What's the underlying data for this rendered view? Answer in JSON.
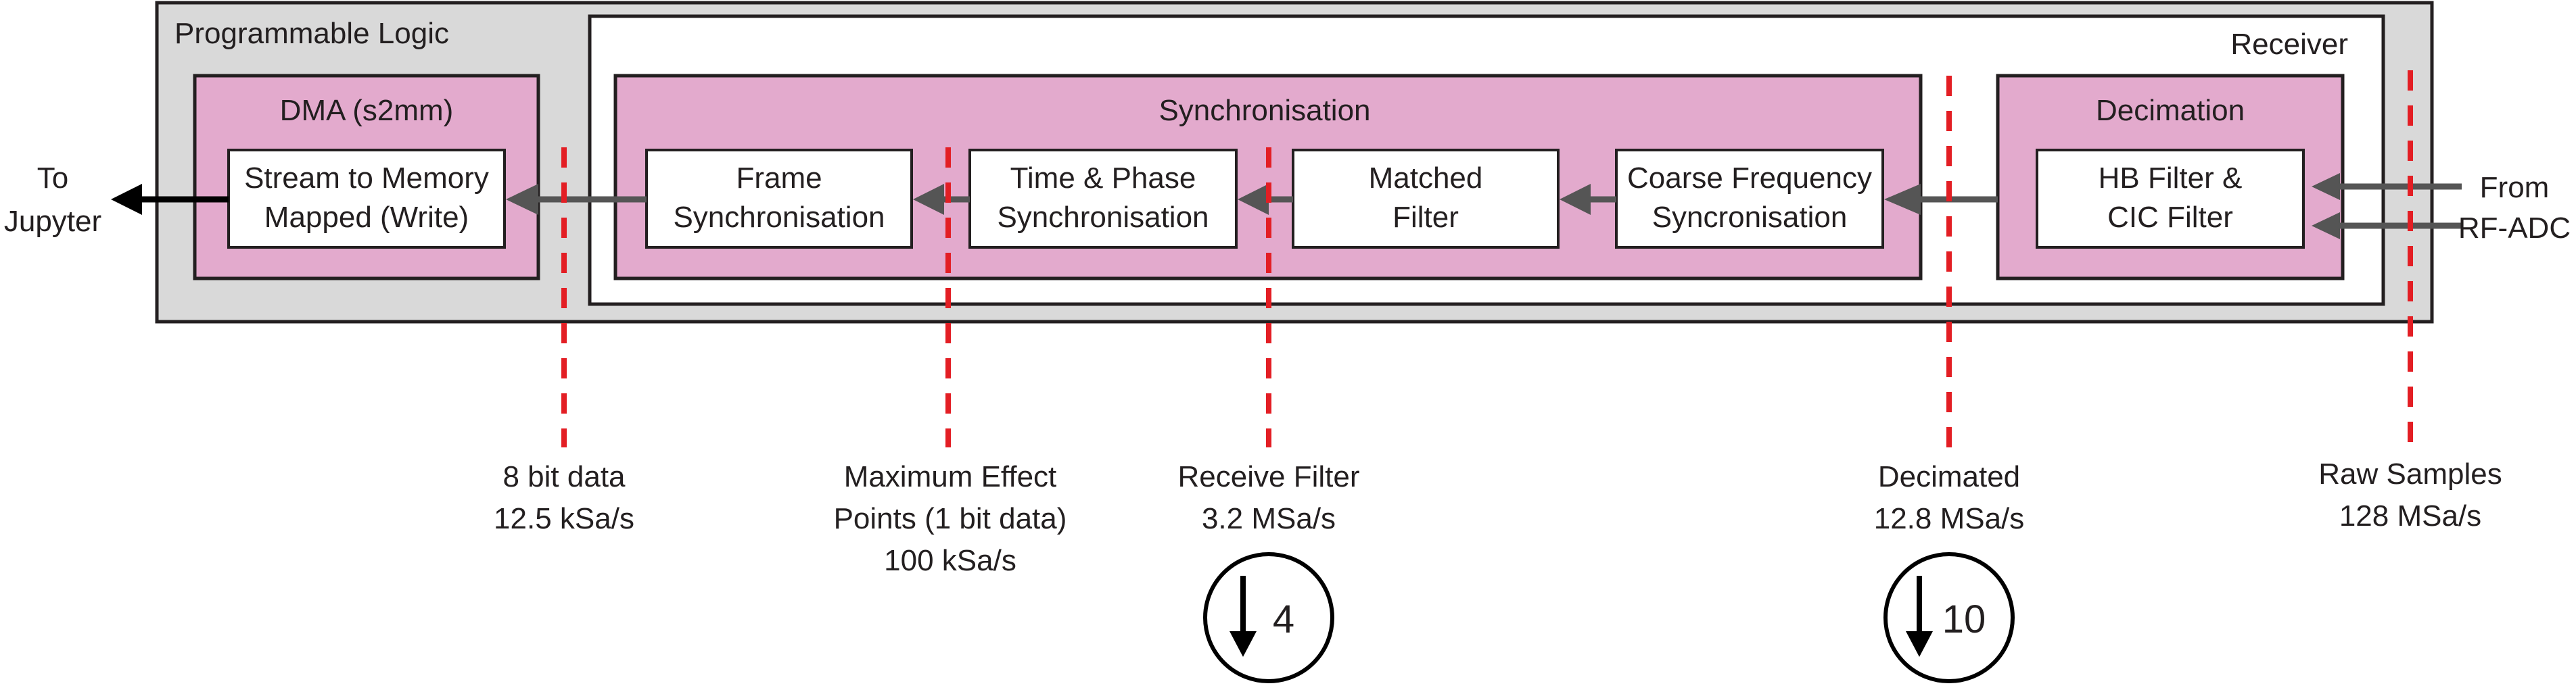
{
  "programmable_logic": {
    "label": "Programmable Logic"
  },
  "receiver": {
    "label": "Receiver"
  },
  "dma": {
    "label": "DMA (s2mm)",
    "block": {
      "line1": "Stream to Memory",
      "line2": "Mapped (Write)"
    }
  },
  "synchronisation": {
    "label": "Synchronisation",
    "blocks": [
      {
        "line1": "Frame",
        "line2": "Synchronisation"
      },
      {
        "line1": "Time & Phase",
        "line2": "Synchronisation"
      },
      {
        "line1": "Matched",
        "line2": "Filter"
      },
      {
        "line1": "Coarse Frequency",
        "line2": "Syncronisation"
      }
    ]
  },
  "decimation": {
    "label": "Decimation",
    "block": {
      "line1": "HB Filter &",
      "line2": "CIC Filter"
    }
  },
  "output_label": {
    "line1": "To",
    "line2": "Jupyter"
  },
  "input_label": {
    "line1": "From",
    "line2": "RF-ADC"
  },
  "probe_points": [
    {
      "line1": "8 bit data",
      "line2": "12.5 kSa/s",
      "line3": ""
    },
    {
      "line1": "Maximum Effect",
      "line2": "Points (1 bit data)",
      "line3": "100 kSa/s"
    },
    {
      "line1": "Receive Filter",
      "line2": "3.2 MSa/s",
      "line3": ""
    },
    {
      "line1": "Decimated",
      "line2": "12.8 MSa/s",
      "line3": ""
    },
    {
      "line1": "Raw Samples",
      "line2": "128 MSa/s",
      "line3": ""
    }
  ],
  "decimation_factors": [
    {
      "value": "4"
    },
    {
      "value": "10"
    }
  ],
  "colors": {
    "pl_fill": "#d9d9d9",
    "group_fill": "#e3aacd",
    "arrow": "#555555",
    "probe_line": "#e31e24",
    "outline": "#231f20"
  }
}
